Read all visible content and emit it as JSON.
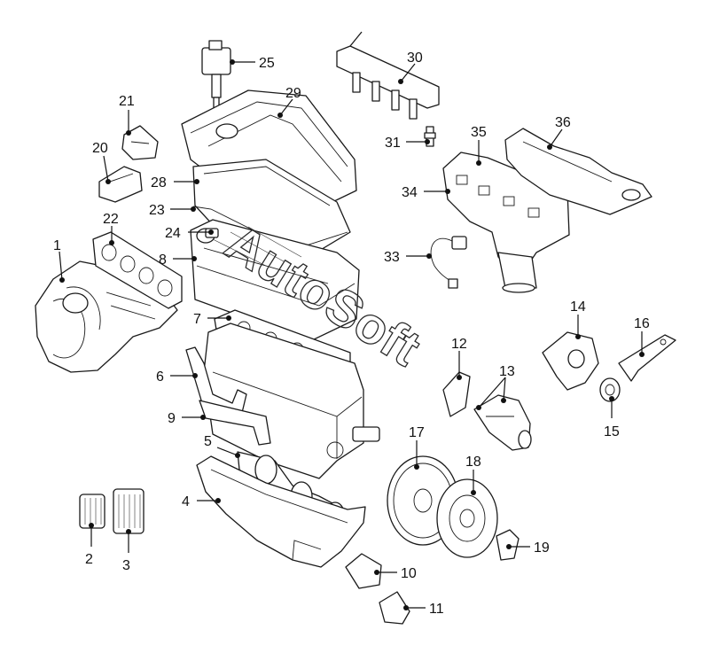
{
  "callouts": [
    {
      "id": "1",
      "label": "1"
    },
    {
      "id": "2",
      "label": "2"
    },
    {
      "id": "3",
      "label": "3"
    },
    {
      "id": "4",
      "label": "4"
    },
    {
      "id": "5",
      "label": "5"
    },
    {
      "id": "6",
      "label": "6"
    },
    {
      "id": "7",
      "label": "7"
    },
    {
      "id": "8",
      "label": "8"
    },
    {
      "id": "9",
      "label": "9"
    },
    {
      "id": "10",
      "label": "10"
    },
    {
      "id": "11",
      "label": "11"
    },
    {
      "id": "12",
      "label": "12"
    },
    {
      "id": "13",
      "label": "13"
    },
    {
      "id": "14",
      "label": "14"
    },
    {
      "id": "15",
      "label": "15"
    },
    {
      "id": "16",
      "label": "16"
    },
    {
      "id": "17",
      "label": "17"
    },
    {
      "id": "18",
      "label": "18"
    },
    {
      "id": "19",
      "label": "19"
    },
    {
      "id": "20",
      "label": "20"
    },
    {
      "id": "21",
      "label": "21"
    },
    {
      "id": "22",
      "label": "22"
    },
    {
      "id": "23",
      "label": "23"
    },
    {
      "id": "24",
      "label": "24"
    },
    {
      "id": "25",
      "label": "25"
    },
    {
      "id": "29",
      "label": "29"
    },
    {
      "id": "30",
      "label": "30"
    },
    {
      "id": "31",
      "label": "31"
    },
    {
      "id": "33",
      "label": "33"
    },
    {
      "id": "34",
      "label": "34"
    },
    {
      "id": "35",
      "label": "35"
    },
    {
      "id": "28",
      "label": "28"
    },
    {
      "id": "36",
      "label": "36"
    }
  ],
  "watermark": {
    "text": "AutoSoft"
  }
}
